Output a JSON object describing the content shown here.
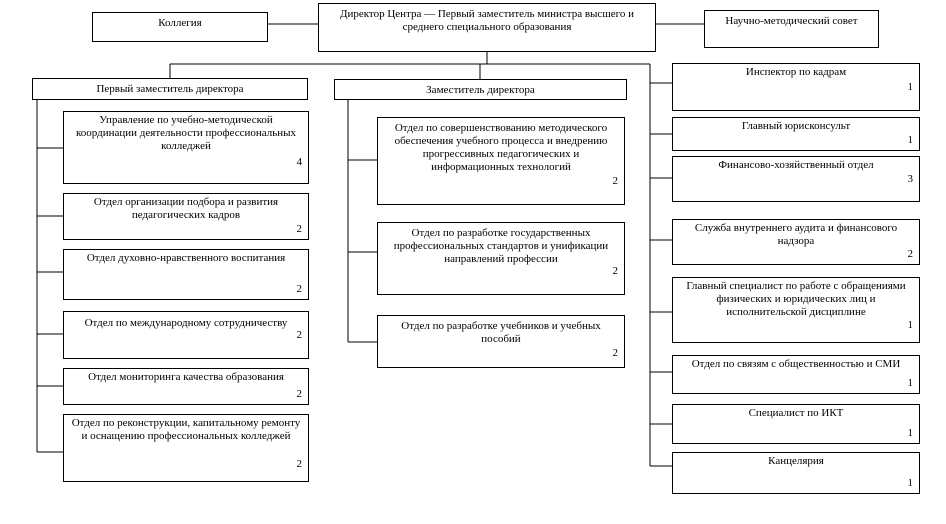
{
  "top": {
    "collegium": "Коллегия",
    "director": "Директор Центра — Первый заместитель министра высшего и среднего специального образования",
    "council": "Научно-методический совет"
  },
  "first_deputy": {
    "title": "Первый заместитель директора",
    "units": [
      {
        "name": "Управление по учебно-методической координации деятельности профессиональных колледжей",
        "count": "4"
      },
      {
        "name": "Отдел организации подбора и развития педагогических кадров",
        "count": "2"
      },
      {
        "name": "Отдел духовно-нравственного воспитания",
        "count": "2"
      },
      {
        "name": "Отдел по международному сотрудничеству",
        "count": "2"
      },
      {
        "name": "Отдел мониторинга качества образования",
        "count": "2"
      },
      {
        "name": "Отдел по реконструкции, капитальному ремонту и оснащению профессиональных колледжей",
        "count": "2"
      }
    ]
  },
  "deputy": {
    "title": "Заместитель директора",
    "units": [
      {
        "name": "Отдел по совершенствованию методического обеспечения учебного процесса и внедрению прогрессивных педагогических и информационных технологий",
        "count": "2"
      },
      {
        "name": "Отдел по разработке государственных профессиональных стандартов и унификации направлений профессии",
        "count": "2"
      },
      {
        "name": "Отдел по разработке учебников и учебных пособий",
        "count": "2"
      }
    ]
  },
  "direct": {
    "units": [
      {
        "name": "Инспектор по кадрам",
        "count": "1"
      },
      {
        "name": "Главный юрисконсульт",
        "count": "1"
      },
      {
        "name": "Финансово-хозяйственный отдел",
        "count": "3"
      },
      {
        "name": "Служба внутреннего аудита и финансового надзора",
        "count": "2"
      },
      {
        "name": "Главный специалист по работе с обращениями физических и юридических лиц и исполнительской дисциплине",
        "count": "1"
      },
      {
        "name": "Отдел по связям с общественностью и СМИ",
        "count": "1"
      },
      {
        "name": "Специалист по ИКТ",
        "count": "1"
      },
      {
        "name": "Канцелярия",
        "count": "1"
      }
    ]
  }
}
